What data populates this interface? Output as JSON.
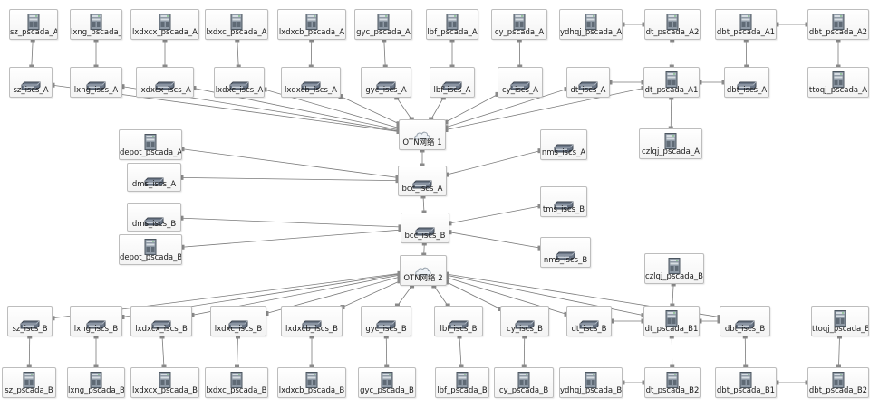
{
  "colors": {
    "link": "#7a7a7a",
    "port": "#8a8a8a",
    "node_border": "#bdbdbd"
  },
  "icons": {
    "server": "server-cabinet-icon",
    "switch": "network-switch-icon",
    "cloud": "network-cloud-icon"
  },
  "nodes": [
    {
      "id": "sz_pscada_A",
      "label": "sz_pscada_A",
      "type": "server"
    },
    {
      "id": "lxng_pscada_A",
      "label": "lxng_pscada_A",
      "type": "server"
    },
    {
      "id": "lxdxcx_pscada_A",
      "label": "lxdxcx_pscada_A",
      "type": "server"
    },
    {
      "id": "lxdxc_pscada_A",
      "label": "lxdxc_pscada_A",
      "type": "server"
    },
    {
      "id": "lxdxcb_pscada_A",
      "label": "lxdxcb_pscada_A",
      "type": "server"
    },
    {
      "id": "gyc_pscada_A",
      "label": "gyc_pscada_A",
      "type": "server"
    },
    {
      "id": "lbf_pscada_A",
      "label": "lbf_pscada_A",
      "type": "server"
    },
    {
      "id": "cy_pscada_A",
      "label": "cy_pscada_A",
      "type": "server"
    },
    {
      "id": "ydhqj_pscada_A",
      "label": "ydhqj_pscada_A",
      "type": "server"
    },
    {
      "id": "dt_pscada_A2",
      "label": "dt_pscada_A2",
      "type": "server"
    },
    {
      "id": "dbt_pscada_A1",
      "label": "dbt_pscada_A1",
      "type": "server"
    },
    {
      "id": "dbt_pscada_A2",
      "label": "dbt_pscada_A2",
      "type": "server"
    },
    {
      "id": "sz_iscs_A",
      "label": "sz_iscs_A",
      "type": "switch"
    },
    {
      "id": "lxng_iscs_A",
      "label": "lxng_iscs_A",
      "type": "switch"
    },
    {
      "id": "lxdxcx_iscs_A",
      "label": "lxdxcx_iscs_A",
      "type": "switch"
    },
    {
      "id": "lxdxc_iscs_A",
      "label": "lxdxc_iscs_A",
      "type": "switch"
    },
    {
      "id": "lxdxcb_iscs_A",
      "label": "lxdxcb_iscs_A",
      "type": "switch"
    },
    {
      "id": "gyc_iscs_A",
      "label": "gyc_iscs_A",
      "type": "switch"
    },
    {
      "id": "lbf_iscs_A",
      "label": "lbf_iscs_A",
      "type": "switch"
    },
    {
      "id": "cy_iscs_A",
      "label": "cy_iscs_A",
      "type": "switch"
    },
    {
      "id": "dt_iscs_A",
      "label": "dt_iscs_A",
      "type": "switch"
    },
    {
      "id": "dt_pscada_A1",
      "label": "dt_pscada_A1",
      "type": "server"
    },
    {
      "id": "dbt_iscs_A",
      "label": "dbt_iscs_A",
      "type": "switch"
    },
    {
      "id": "ttoqj_pscada_A",
      "label": "ttoqj_pscada_A",
      "type": "server"
    },
    {
      "id": "otn1",
      "label": "OTN网络 1",
      "type": "cloud"
    },
    {
      "id": "czlqj_pscada_A",
      "label": "czlqj_pscada_A",
      "type": "server"
    },
    {
      "id": "depot_pscada_A",
      "label": "depot_pscada_A",
      "type": "server"
    },
    {
      "id": "nms_iscs_A",
      "label": "nms_iscs_A",
      "type": "switch"
    },
    {
      "id": "dms_iscs_A",
      "label": "dms_iscs_A",
      "type": "switch"
    },
    {
      "id": "bcc_iscs_A",
      "label": "bcc_iscs_A",
      "type": "switch"
    },
    {
      "id": "dms_iscs_B",
      "label": "dms_iscs_B",
      "type": "switch"
    },
    {
      "id": "tms_iscs_B",
      "label": "tms_iscs_B",
      "type": "switch"
    },
    {
      "id": "bcc_iscs_B",
      "label": "bcc_iscs_B",
      "type": "switch"
    },
    {
      "id": "depot_pscada_B",
      "label": "depot_pscada_B",
      "type": "server"
    },
    {
      "id": "nms_iscs_B",
      "label": "nms_iscs_B",
      "type": "switch"
    },
    {
      "id": "otn2",
      "label": "OTN网络 2",
      "type": "cloud"
    },
    {
      "id": "czlqj_pscada_B",
      "label": "czlqj_pscada_B",
      "type": "server"
    },
    {
      "id": "sz_iscs_B",
      "label": "sz_iscs_B",
      "type": "switch"
    },
    {
      "id": "lxng_iscs_B",
      "label": "lxng_iscs_B",
      "type": "switch"
    },
    {
      "id": "lxdxcx_iscs_B",
      "label": "lxdxcx_iscs_B",
      "type": "switch"
    },
    {
      "id": "lxdxc_iscs_B",
      "label": "lxdxc_iscs_B",
      "type": "switch"
    },
    {
      "id": "lxdxcb_iscs_B",
      "label": "lxdxcb_iscs_B",
      "type": "switch"
    },
    {
      "id": "gyc_iscs_B",
      "label": "gyc_iscs_B",
      "type": "switch"
    },
    {
      "id": "lbf_iscs_B",
      "label": "lbf_iscs_B",
      "type": "switch"
    },
    {
      "id": "cy_iscs_B",
      "label": "cy_iscs_B",
      "type": "switch"
    },
    {
      "id": "dt_iscs_B",
      "label": "dt_iscs_B",
      "type": "switch"
    },
    {
      "id": "dt_pscada_B1",
      "label": "dt_pscada_B1",
      "type": "server"
    },
    {
      "id": "dbt_iscs_B",
      "label": "dbt_iscs_B",
      "type": "switch"
    },
    {
      "id": "ttoqj_pscada_B",
      "label": "ttoqj_pscada_B",
      "type": "server"
    },
    {
      "id": "sz_pscada_B",
      "label": "sz_pscada_B",
      "type": "server"
    },
    {
      "id": "lxng_pscada_B",
      "label": "lxng_pscada_B",
      "type": "server"
    },
    {
      "id": "lxdxcx_pscada_B",
      "label": "lxdxcx_pscada_B",
      "type": "server"
    },
    {
      "id": "lxdxc_pscada_B",
      "label": "lxdxc_pscada_B",
      "type": "server"
    },
    {
      "id": "lxdxcb_pscada_B",
      "label": "lxdxcb_pscada_B",
      "type": "server"
    },
    {
      "id": "gyc_pscada_B",
      "label": "gyc_pscada_B",
      "type": "server"
    },
    {
      "id": "lbf_pscada_B",
      "label": "lbf_pscada_B",
      "type": "server"
    },
    {
      "id": "cy_pscada_B",
      "label": "cy_pscada_B",
      "type": "server"
    },
    {
      "id": "ydhqj_pscada_B",
      "label": "ydhqj_pscada_B",
      "type": "server"
    },
    {
      "id": "dt_pscada_B2",
      "label": "dt_pscada_B2",
      "type": "server"
    },
    {
      "id": "dbt_pscada_B1",
      "label": "dbt_pscada_B1",
      "type": "server"
    },
    {
      "id": "dbt_pscada_B2",
      "label": "dbt_pscada_B2",
      "type": "server"
    }
  ],
  "links": [
    [
      "sz_pscada_A",
      "sz_iscs_A"
    ],
    [
      "lxng_pscada_A",
      "lxng_iscs_A"
    ],
    [
      "lxdxcx_pscada_A",
      "lxdxcx_iscs_A"
    ],
    [
      "lxdxc_pscada_A",
      "lxdxc_iscs_A"
    ],
    [
      "lxdxcb_pscada_A",
      "lxdxcb_iscs_A"
    ],
    [
      "gyc_pscada_A",
      "gyc_iscs_A"
    ],
    [
      "lbf_pscada_A",
      "lbf_iscs_A"
    ],
    [
      "cy_pscada_A",
      "cy_iscs_A"
    ],
    [
      "ydhqj_pscada_A",
      "dt_pscada_A2"
    ],
    [
      "dt_pscada_A2",
      "dt_pscada_A1"
    ],
    [
      "dbt_pscada_A1",
      "dbt_iscs_A"
    ],
    [
      "dbt_pscada_A1",
      "dbt_pscada_A2"
    ],
    [
      "dbt_pscada_A2",
      "ttoqj_pscada_A"
    ],
    [
      "dt_iscs_A",
      "dt_pscada_A1"
    ],
    [
      "dt_pscada_A1",
      "dbt_iscs_A"
    ],
    [
      "dt_pscada_A1",
      "czlqj_pscada_A"
    ],
    [
      "sz_iscs_A",
      "otn1"
    ],
    [
      "lxng_iscs_A",
      "otn1"
    ],
    [
      "lxdxcx_iscs_A",
      "otn1"
    ],
    [
      "lxdxc_iscs_A",
      "otn1"
    ],
    [
      "lxdxcb_iscs_A",
      "otn1"
    ],
    [
      "gyc_iscs_A",
      "otn1"
    ],
    [
      "lbf_iscs_A",
      "otn1"
    ],
    [
      "cy_iscs_A",
      "otn1"
    ],
    [
      "dt_iscs_A",
      "otn1"
    ],
    [
      "dt_pscada_A1",
      "otn1"
    ],
    [
      "otn1",
      "bcc_iscs_A"
    ],
    [
      "depot_pscada_A",
      "bcc_iscs_A"
    ],
    [
      "dms_iscs_A",
      "bcc_iscs_A"
    ],
    [
      "nms_iscs_A",
      "bcc_iscs_A"
    ],
    [
      "bcc_iscs_A",
      "bcc_iscs_B"
    ],
    [
      "dms_iscs_B",
      "bcc_iscs_B"
    ],
    [
      "depot_pscada_B",
      "bcc_iscs_B"
    ],
    [
      "tms_iscs_B",
      "bcc_iscs_B"
    ],
    [
      "nms_iscs_B",
      "bcc_iscs_B"
    ],
    [
      "bcc_iscs_B",
      "otn2"
    ],
    [
      "otn2",
      "sz_iscs_B"
    ],
    [
      "otn2",
      "lxng_iscs_B"
    ],
    [
      "otn2",
      "lxdxcx_iscs_B"
    ],
    [
      "otn2",
      "lxdxc_iscs_B"
    ],
    [
      "otn2",
      "lxdxcb_iscs_B"
    ],
    [
      "otn2",
      "gyc_iscs_B"
    ],
    [
      "otn2",
      "lbf_iscs_B"
    ],
    [
      "otn2",
      "cy_iscs_B"
    ],
    [
      "otn2",
      "dt_iscs_B"
    ],
    [
      "otn2",
      "dt_pscada_B1"
    ],
    [
      "otn2",
      "dbt_iscs_B"
    ],
    [
      "czlqj_pscada_B",
      "dt_pscada_B1"
    ],
    [
      "dt_iscs_B",
      "dt_pscada_B1"
    ],
    [
      "dt_pscada_B1",
      "dbt_iscs_B"
    ],
    [
      "sz_iscs_B",
      "sz_pscada_B"
    ],
    [
      "lxng_iscs_B",
      "lxng_pscada_B"
    ],
    [
      "lxdxcx_iscs_B",
      "lxdxcx_pscada_B"
    ],
    [
      "lxdxc_iscs_B",
      "lxdxc_pscada_B"
    ],
    [
      "lxdxcb_iscs_B",
      "lxdxcb_pscada_B"
    ],
    [
      "gyc_iscs_B",
      "gyc_pscada_B"
    ],
    [
      "lbf_iscs_B",
      "lbf_pscada_B"
    ],
    [
      "cy_iscs_B",
      "cy_pscada_B"
    ],
    [
      "ydhqj_pscada_B",
      "dt_pscada_B2"
    ],
    [
      "dt_pscada_B1",
      "dt_pscada_B2"
    ],
    [
      "dbt_iscs_B",
      "dbt_pscada_B1"
    ],
    [
      "dbt_pscada_B1",
      "dbt_pscada_B2"
    ],
    [
      "ttoqj_pscada_B",
      "dbt_pscada_B2"
    ]
  ]
}
